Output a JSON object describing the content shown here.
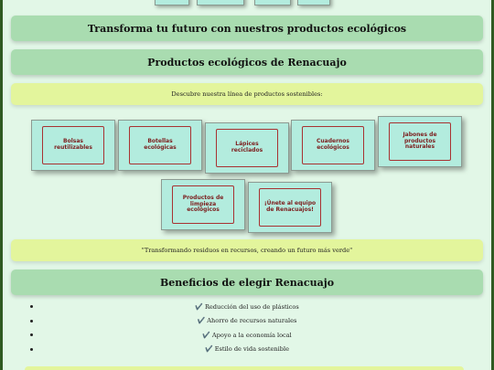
{
  "hero_banner": {
    "text": "Transforma tu futuro con nuestros productos ecológicos"
  },
  "products_banner": {
    "text": "Productos ecológicos de Renacuajo"
  },
  "intro_note": {
    "text": "Descubre nuestra línea de productos sostenibles:"
  },
  "products": [
    {
      "label": "Bolsas reutilizables"
    },
    {
      "label": "Botellas ecológicas"
    },
    {
      "label": "Lápices reciclados"
    },
    {
      "label": "Cuadernos ecológicos"
    },
    {
      "label": "Jabones de productos naturales"
    },
    {
      "label": "Productos de limpieza ecológicos"
    },
    {
      "label": "¡Únete al equipo de Renacuajos!"
    }
  ],
  "quote_note": {
    "text": "\"Transformando residuos en recursos, creando un futuro más verde\""
  },
  "benefits_banner": {
    "text": "Beneficios de elegir Renacuajo"
  },
  "benefits": {
    "check_glyph": "✔️",
    "items": [
      "Reducción del uso de plásticos",
      "Ahorro de recursos naturales",
      "Apoyo a la economía local",
      "Estilo de vida sostenible"
    ]
  }
}
